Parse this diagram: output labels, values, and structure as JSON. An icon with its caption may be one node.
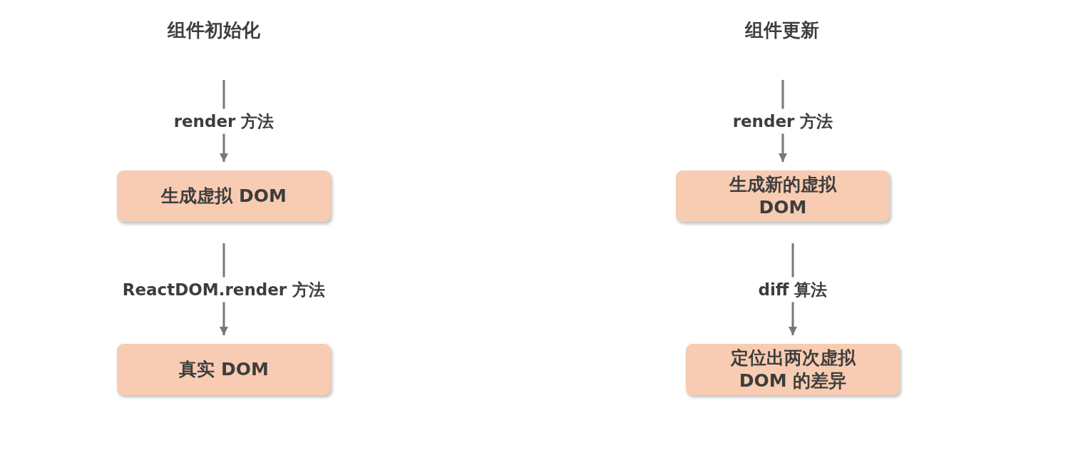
{
  "diagram": {
    "nodes": [
      {
        "text": [
          "生成虚拟 DOM"
        ]
      },
      {
        "text": [
          "真实 DOM"
        ]
      },
      {
        "text": [
          "生成新的虚拟 DOM"
        ]
      },
      {
        "text": [
          "定位出两次虚拟 DOM 的差异"
        ]
      }
    ],
    "edges": [
      {
        "from": null,
        "to": 0,
        "arrow": "to",
        "label": "render 方法"
      },
      {
        "from": 0,
        "to": 1,
        "arrow": "to",
        "label": "ReactDOM.render 方法"
      },
      {
        "from": null,
        "to": 2,
        "arrow": "to",
        "label": "render 方法"
      },
      {
        "from": 2,
        "to": 3,
        "arrow": "to",
        "label": "diff 算法"
      }
    ],
    "labels": [
      "组件初始化",
      "组件更新"
    ]
  }
}
